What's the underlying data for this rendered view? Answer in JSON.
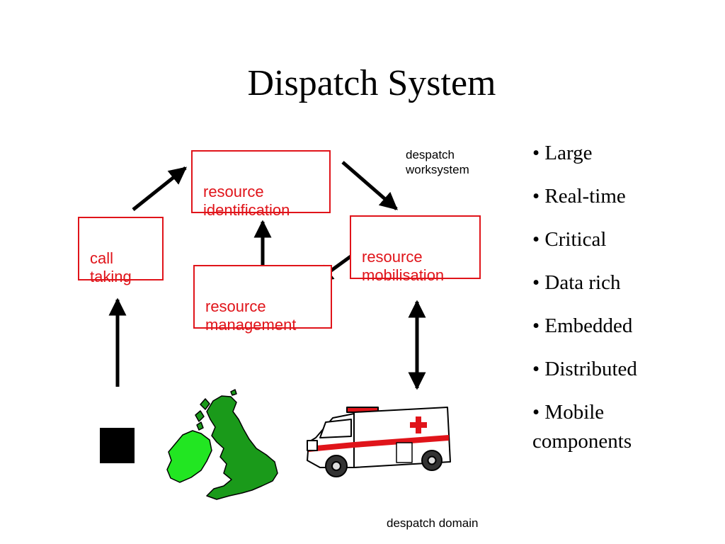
{
  "slide": {
    "title": "Dispatch System"
  },
  "diagram": {
    "boxes": {
      "call_taking": "call\ntaking",
      "resource_identification": "resource\nidentification",
      "resource_mobilisation": "resource\nmobilisation",
      "resource_management": "resource\nmanagement"
    },
    "labels": {
      "worksystem": "despatch\nworksystem",
      "domain": "despatch domain"
    },
    "icons": [
      "telephone-icon",
      "british-isles-map-icon",
      "ambulance-icon"
    ]
  },
  "bullets": [
    "Large",
    "Real-time",
    "Critical",
    "Data rich",
    "Embedded",
    "Distributed",
    "Mobile components"
  ],
  "colors": {
    "box_border": "#e0141a",
    "box_text": "#e0141a",
    "ireland": "#22e622",
    "great_britain": "#1a9a1a",
    "ambulance_cross": "#e0141a"
  }
}
